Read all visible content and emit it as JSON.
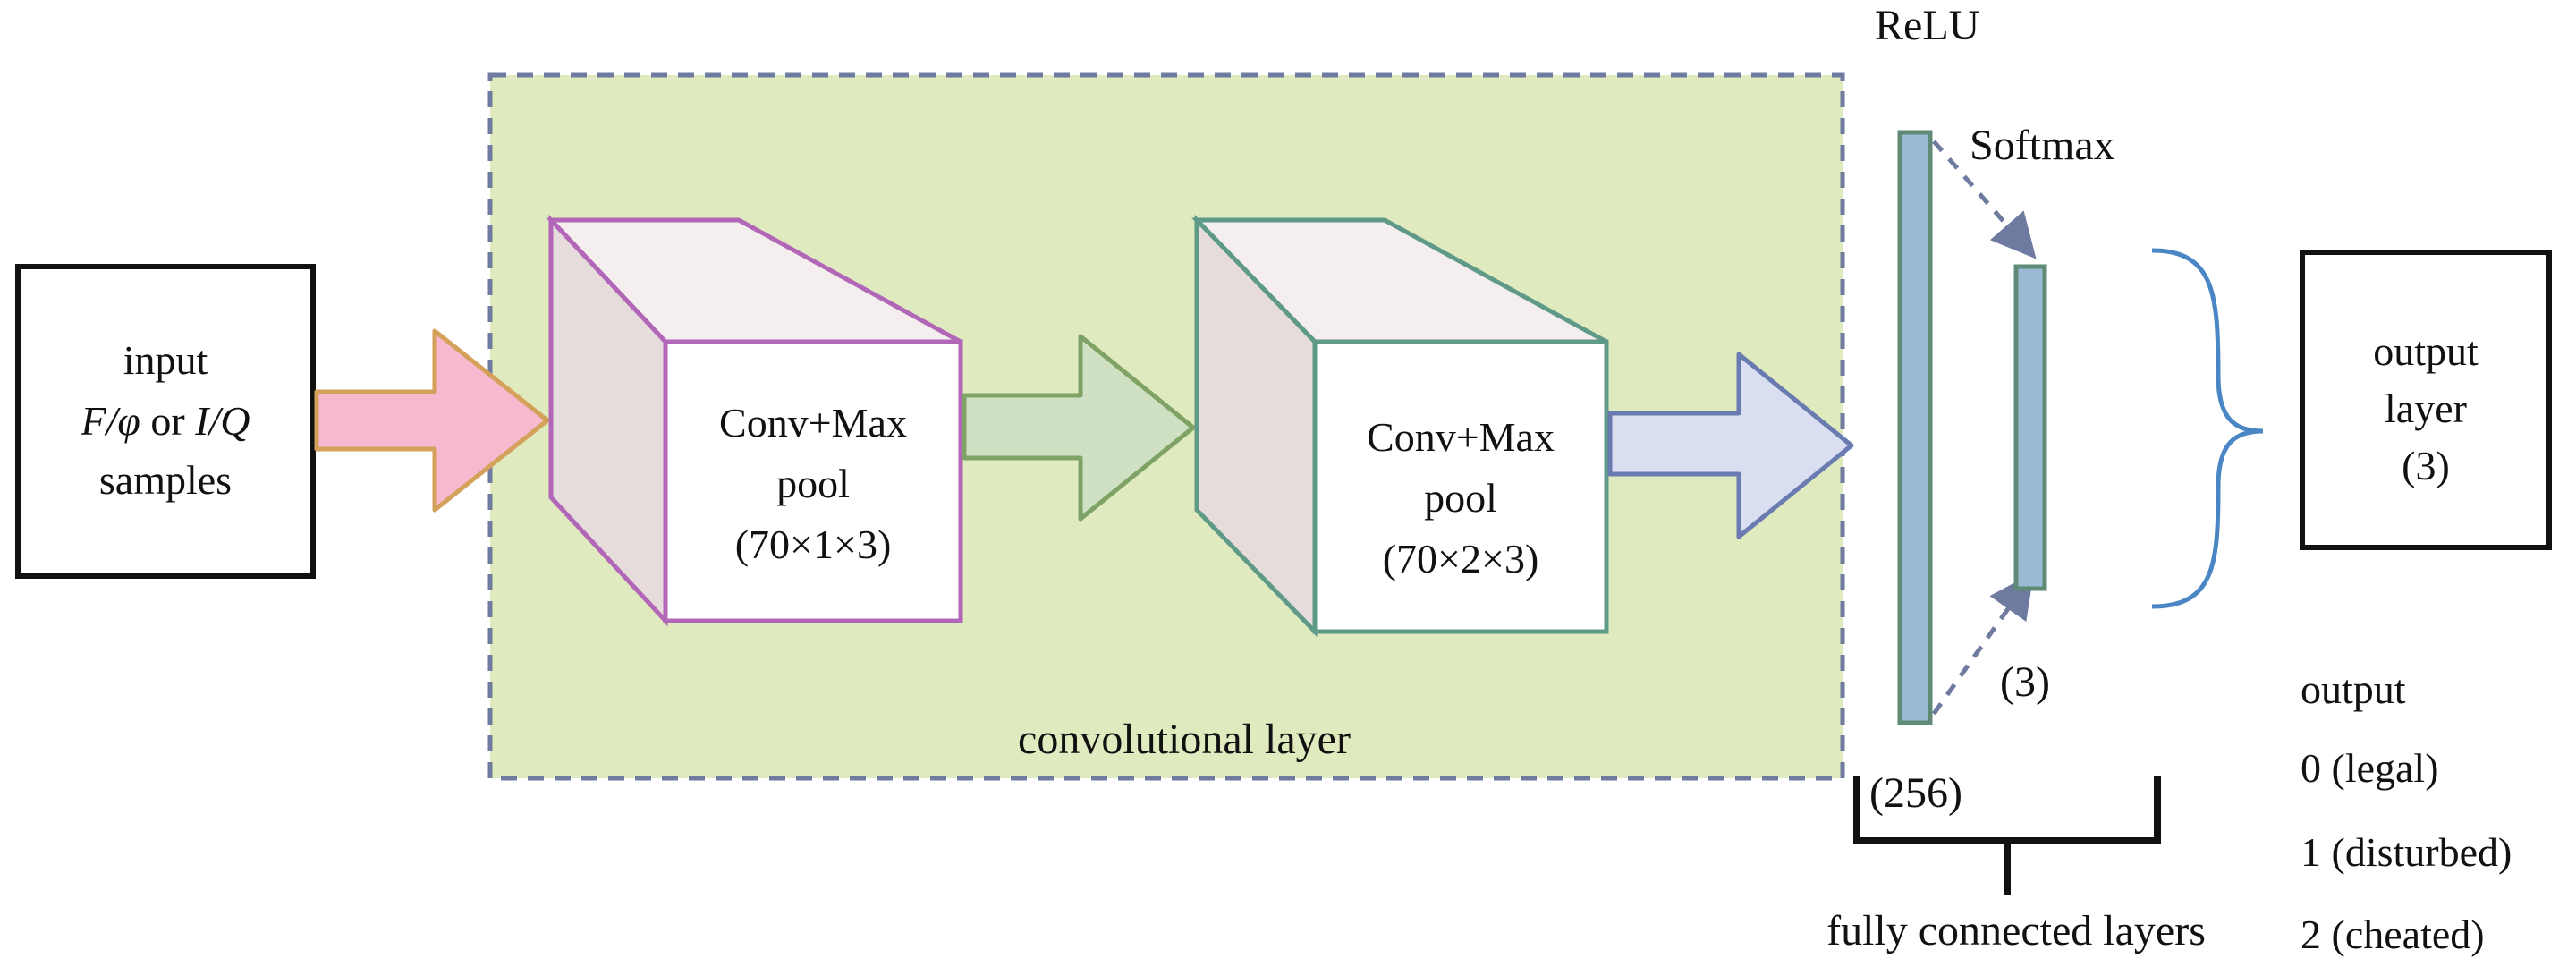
{
  "input_block": {
    "line1": "input",
    "line2_var1": "F/φ",
    "line2_or": " or ",
    "line2_var2": "I/Q",
    "line3": "samples"
  },
  "conv_block_1": {
    "line1": "Conv+Max",
    "line2": "pool",
    "line3": "(70×1×3)"
  },
  "conv_block_2": {
    "line1": "Conv+Max",
    "line2": "pool",
    "line3": "(70×2×3)"
  },
  "conv_region_label": "convolutional layer",
  "fc_layer_1": {
    "activation": "ReLU",
    "size": "(256)"
  },
  "fc_layer_2": {
    "activation": "Softmax",
    "size": "(3)"
  },
  "fc_group_label": "fully connected layers",
  "output_block": {
    "line1": "output",
    "line2": "layer",
    "line3": "(3)"
  },
  "output_legend": {
    "title": "output",
    "items": [
      "0 (legal)",
      "1 (disturbed)",
      "2 (cheated)"
    ]
  },
  "colors": {
    "conv_region_fill": "#e0eabf",
    "conv_region_border": "#6e7aa0",
    "cube1_border": "#b266b8",
    "cube2_border": "#5f9a88",
    "cube_side": "#e6dcdc",
    "cube_top": "#f4eeee",
    "arrow_input": "#f7b9cf",
    "arrow_input_border": "#d3a15a",
    "arrow_mid": "#cfe0c3",
    "arrow_mid_border": "#7ea364",
    "arrow_out": "#d9def0",
    "arrow_out_border": "#6a7bb2",
    "fc_bar_fill": "#9bbad6",
    "fc_bar_border": "#5f8a75",
    "brace": "#4a86c4"
  }
}
